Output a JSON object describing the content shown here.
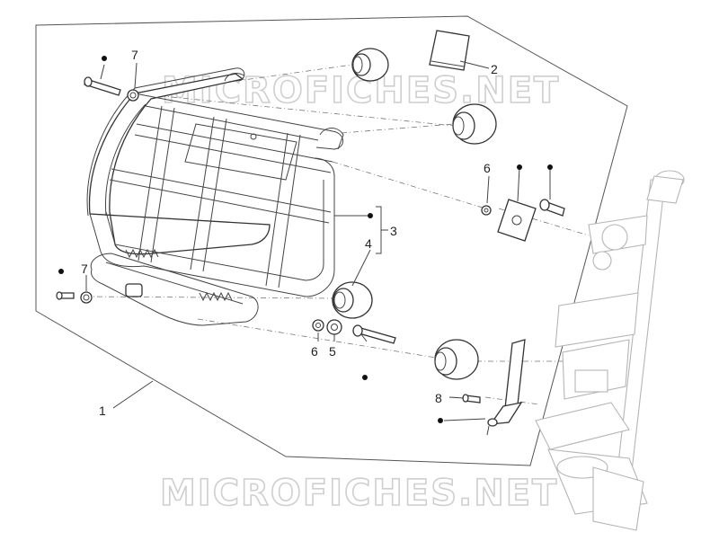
{
  "watermarks": [
    "MICROFICHES.NET",
    "MICROFICHES.NET"
  ],
  "labels": [
    "1",
    "2",
    "3",
    "4",
    "5",
    "6",
    "6",
    "7",
    "7",
    "8"
  ]
}
